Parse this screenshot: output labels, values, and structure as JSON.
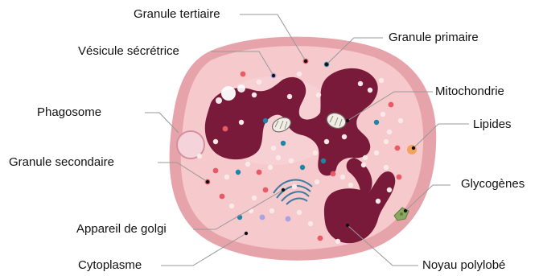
{
  "labels": {
    "granule_tertiaire": "Granule tertiaire",
    "granule_primaire": "Granule primaire",
    "vesicule_secretrice": "Vésicule sécrétrice",
    "mitochondrie": "Mitochondrie",
    "phagosome": "Phagosome",
    "lipides": "Lipides",
    "granule_secondaire": "Granule secondaire",
    "glycogenes": "Glycogènes",
    "appareil_golgi": "Appareil de golgi",
    "noyau_polylobe": "Noyau polylobé",
    "cytoplasme": "Cytoplasme"
  },
  "colors": {
    "membrane": "#e7a3aa",
    "cytoplasm": "#f6c9cc",
    "nucleus": "#7a1a3a",
    "granule_red": "#e95a66",
    "granule_blue": "#1a86a8",
    "granule_purple": "#a9a2e0",
    "granule_white": "#fbe9ea",
    "lipid": "#f5a25a",
    "leader_line": "#888888"
  }
}
